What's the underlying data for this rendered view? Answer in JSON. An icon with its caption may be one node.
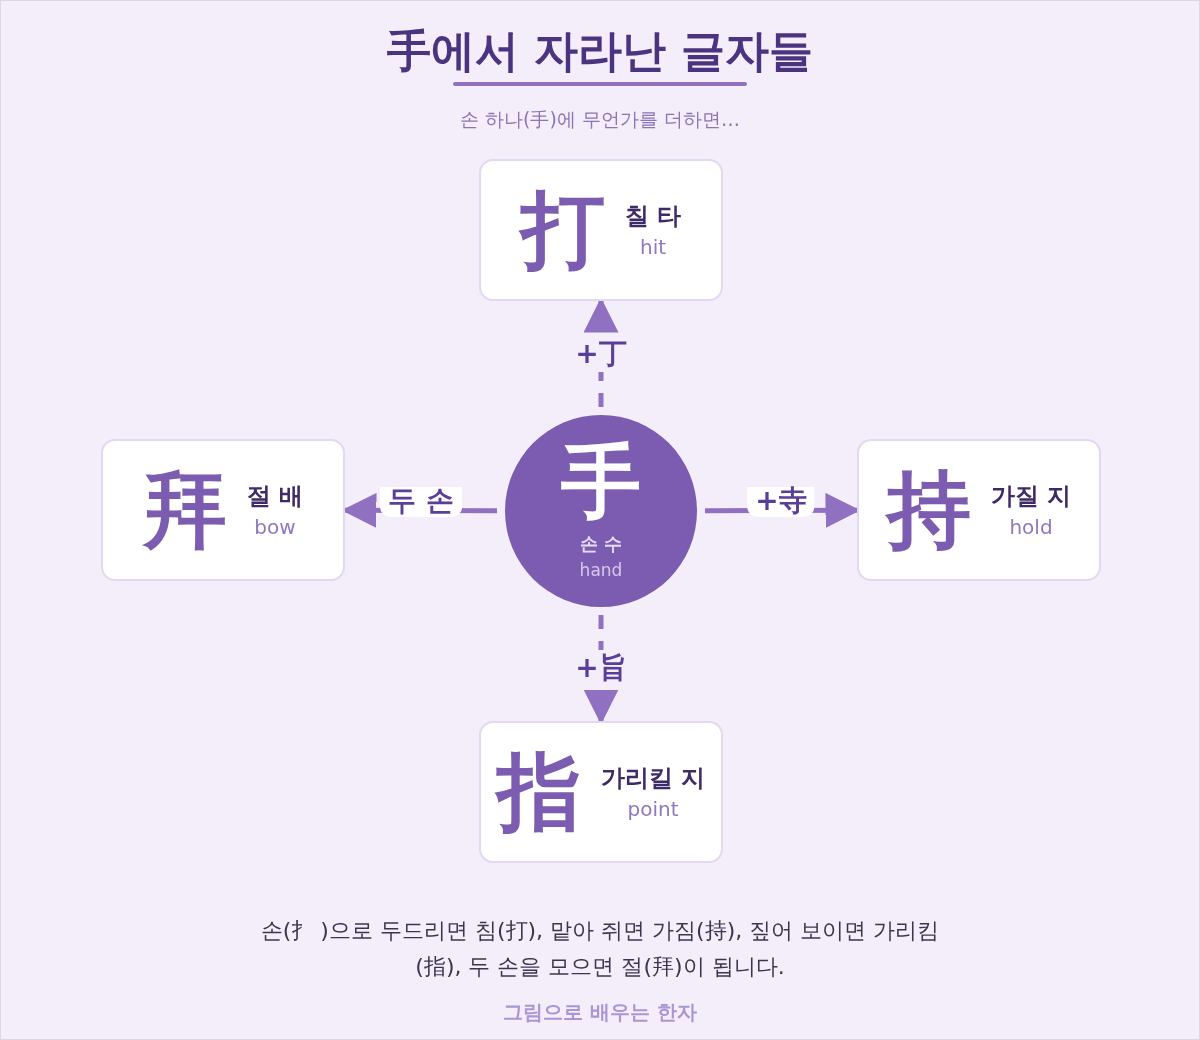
{
  "diagram": {
    "title": "手에서 자라난 글자들",
    "nodes": [
      {
        "text": [
          "手",
          "손 수",
          "hand"
        ]
      },
      {
        "text": [
          "打",
          "칠 타",
          "hit"
        ]
      },
      {
        "text": [
          "持",
          "가질 지",
          "hold"
        ]
      },
      {
        "text": [
          "指",
          "가리킬 지",
          "point"
        ]
      },
      {
        "text": [
          "拜",
          "절 배",
          "bow"
        ]
      }
    ],
    "edges": [
      {
        "from": 0,
        "to": 1,
        "arrow": "to",
        "label": "+丁",
        "style": "dashed"
      },
      {
        "from": 0,
        "to": 2,
        "arrow": "to",
        "label": "+寺"
      },
      {
        "from": 0,
        "to": 3,
        "arrow": "to",
        "label": "+旨",
        "style": "dashed"
      },
      {
        "from": 0,
        "to": 4,
        "arrow": "to",
        "label": "두 손"
      }
    ],
    "labels": [
      "손 하나(手)에 무언가를 더하면…",
      "그림으로 배우는 한자"
    ],
    "caption": "손(扌 )으로 두드리면 침(打), 맡아 쥐면 가짐(持), 짚어 보이면 가리킴(指), 두 손을 모으면 절(拜)이 됩니다."
  }
}
